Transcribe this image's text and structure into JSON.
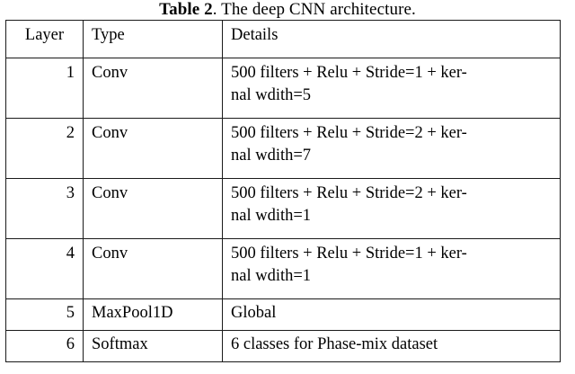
{
  "caption": {
    "label": "Table 2",
    "separator": ". ",
    "text": "The deep CNN architecture."
  },
  "table": {
    "columns": [
      "Layer",
      "Type",
      "Details"
    ],
    "rows": [
      {
        "layer": "1",
        "type": "Conv",
        "details_line1": "500 filters + Relu + Stride=1 + ker-",
        "details_line2": "nal wdith=5",
        "details_full": "500 filters + Relu + Stride=1 + kernal wdith=5"
      },
      {
        "layer": "2",
        "type": "Conv",
        "details_line1": "500 filters + Relu + Stride=2 + ker-",
        "details_line2": "nal wdith=7",
        "details_full": "500 filters + Relu + Stride=2 + kernal wdith=7"
      },
      {
        "layer": "3",
        "type": "Conv",
        "details_line1": "500 filters + Relu + Stride=2 + ker-",
        "details_line2": "nal wdith=1",
        "details_full": "500 filters + Relu + Stride=2 + kernal wdith=1"
      },
      {
        "layer": "4",
        "type": "Conv",
        "details_line1": "500 filters + Relu + Stride=1 + ker-",
        "details_line2": "nal wdith=1",
        "details_full": "500 filters + Relu + Stride=1 + kernal wdith=1"
      },
      {
        "layer": "5",
        "type": "MaxPool1D",
        "details_line1": "Global",
        "details_line2": "",
        "details_full": "Global"
      },
      {
        "layer": "6",
        "type": "Softmax",
        "details_line1": "6 classes for Phase-mix dataset",
        "details_line2": "",
        "details_full": "6 classes for Phase-mix dataset"
      }
    ]
  },
  "style": {
    "border_color": "#1a1a1a",
    "text_color": "#000000",
    "background": "#ffffff"
  }
}
